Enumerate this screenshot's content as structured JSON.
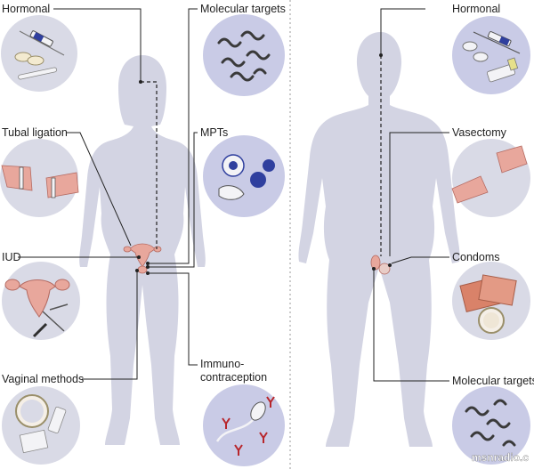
{
  "female": {
    "labels": {
      "hormonal": "Hormonal",
      "tubal_ligation": "Tubal ligation",
      "iud": "IUD",
      "vaginal_methods": "Vaginal methods",
      "molecular_targets": "Molecular targets",
      "mpts": "MPTs",
      "immuno_line1": "Immuno-",
      "immuno_line2": "contraception"
    }
  },
  "male": {
    "labels": {
      "hormonal": "Hormonal",
      "vasectomy": "Vasectomy",
      "condoms": "Condoms",
      "molecular_targets": "Molecular targets"
    }
  },
  "watermark": "msnradio.c",
  "colors": {
    "body_silhouette": "#d3d4e3",
    "icon_circle_grey": "#d9dae6",
    "icon_circle_blue": "#c9cbe6",
    "tissue_pink": "#e8a79c",
    "pathogen_blue": "#2f3f9e",
    "leader_line": "#222222"
  }
}
